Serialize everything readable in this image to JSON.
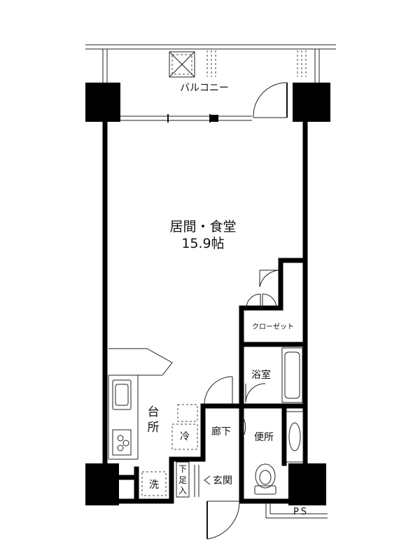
{
  "rooms": {
    "balcony": "バルコニー",
    "living_line1": "居間・食堂",
    "living_line2": "15.9帖",
    "closet": "クローゼット",
    "bath": "浴室",
    "kitchen_char1": "台",
    "kitchen_char2": "所",
    "corridor": "廊下",
    "toilet": "便所",
    "entrance": "玄関",
    "shoe_box_char1": "下",
    "shoe_box_char2": "足",
    "shoe_box_char3": "入",
    "fridge": "冷",
    "washer": "洗",
    "pipe_space": "PS"
  }
}
